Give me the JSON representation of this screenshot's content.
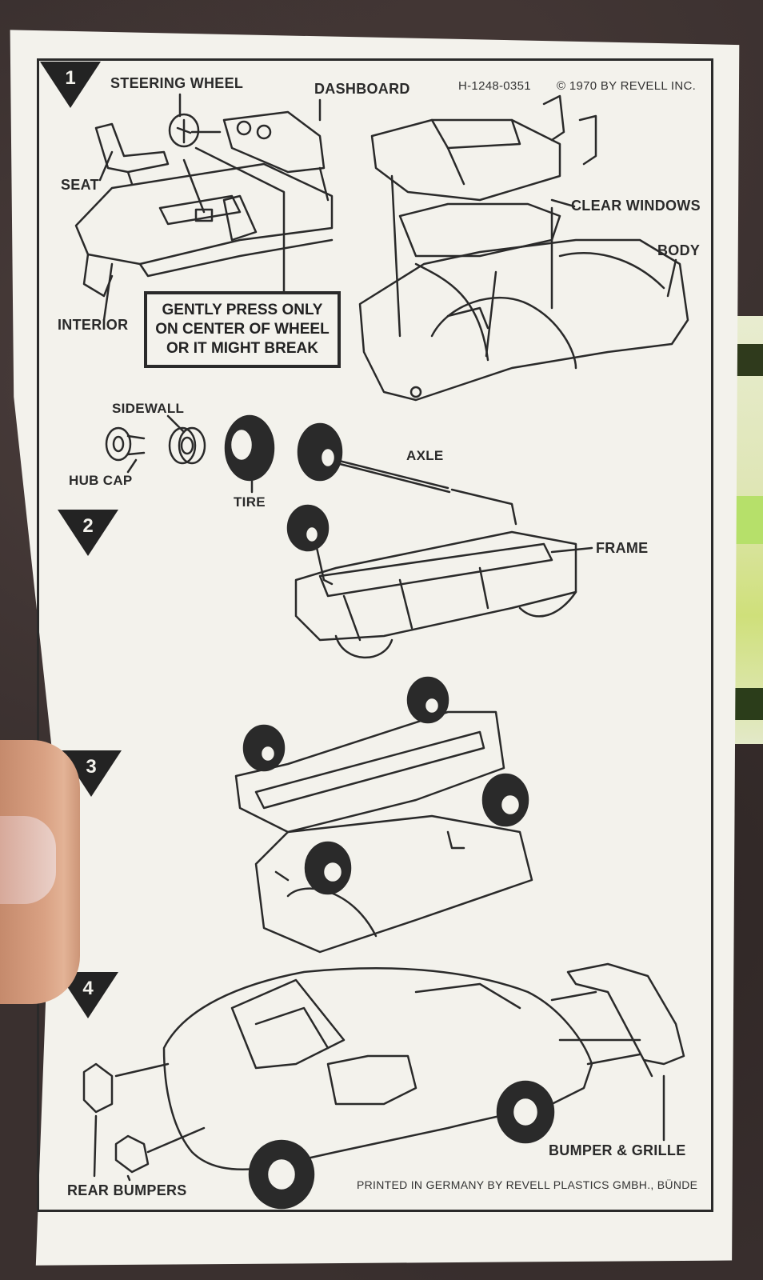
{
  "header": {
    "part_number": "H-1248-0351",
    "copyright": "© 1970  BY REVELL INC."
  },
  "steps": [
    "1",
    "2",
    "3",
    "4"
  ],
  "labels": {
    "steering_wheel": "STEERING WHEEL",
    "dashboard": "DASHBOARD",
    "seat": "SEAT",
    "interior": "INTERIOR",
    "clear_windows": "CLEAR WINDOWS",
    "body": "BODY",
    "sidewall": "SIDEWALL",
    "hub_cap": "HUB CAP",
    "tire": "TIRE",
    "axle": "AXLE",
    "frame": "FRAME",
    "bumper_grille": "BUMPER & GRILLE",
    "rear_bumpers": "REAR BUMPERS"
  },
  "warning": {
    "line1": "GENTLY PRESS ONLY",
    "line2": "ON CENTER OF WHEEL",
    "line3": "OR IT MIGHT BREAK"
  },
  "footer": {
    "printed": "PRINTED IN GERMANY BY REVELL PLASTICS GMBH., BÜNDE"
  }
}
